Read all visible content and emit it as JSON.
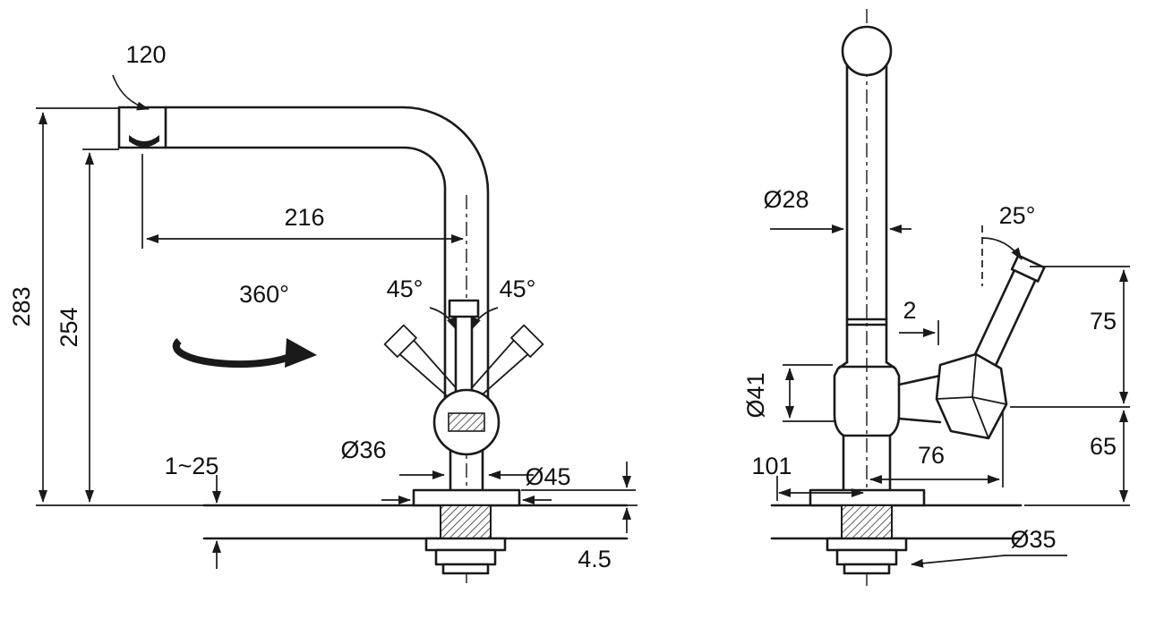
{
  "page": {
    "background": "#ffffff",
    "line_color": "#1a1a1a",
    "description": "Technical dimension drawing of a kitchen mixer tap, front view and side view"
  },
  "left_view": {
    "name": "front-view",
    "labels": {
      "swivel_end": "120",
      "total_height": "283",
      "spout_height": "254",
      "spout_reach": "216",
      "swivel_range": "360°",
      "handle_tilt_left": "45°",
      "handle_tilt_right": "45°",
      "body_diameter": "Ø36",
      "base_diameter": "Ø45",
      "mounting_thickness": "1~25",
      "base_plate_height": "4.5"
    }
  },
  "right_view": {
    "name": "side-view",
    "labels": {
      "tube_diameter": "Ø28",
      "handle_angle": "25°",
      "handle_gap": "2",
      "handle_height": "75",
      "body_height": "65",
      "body_diameter": "Ø41",
      "base_depth": "101",
      "handle_reach": "76",
      "shank_diameter": "Ø35"
    }
  }
}
